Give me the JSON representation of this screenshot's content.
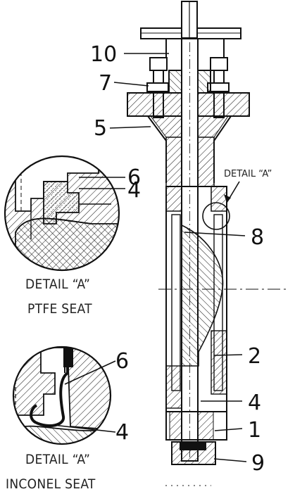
{
  "callouts": {
    "c10": "10",
    "c7": "7",
    "c5": "5",
    "c8": "8",
    "c2": "2",
    "c4": "4",
    "c1": "1",
    "c9": "9"
  },
  "detail_marker": "DETAIL “A”",
  "detail_ptfe": {
    "callout_6": "6",
    "callout_4": "4",
    "caption_line1": "DETAIL “A”",
    "caption_line2": "PTFE SEAT"
  },
  "detail_inconel": {
    "callout_6": "6",
    "callout_4": "4",
    "caption_line1": "DETAIL “A”",
    "caption_line2": "INCONEL SEAT"
  },
  "colors": {
    "line": "#111111",
    "hatch": "#222222",
    "background": "#ffffff"
  }
}
